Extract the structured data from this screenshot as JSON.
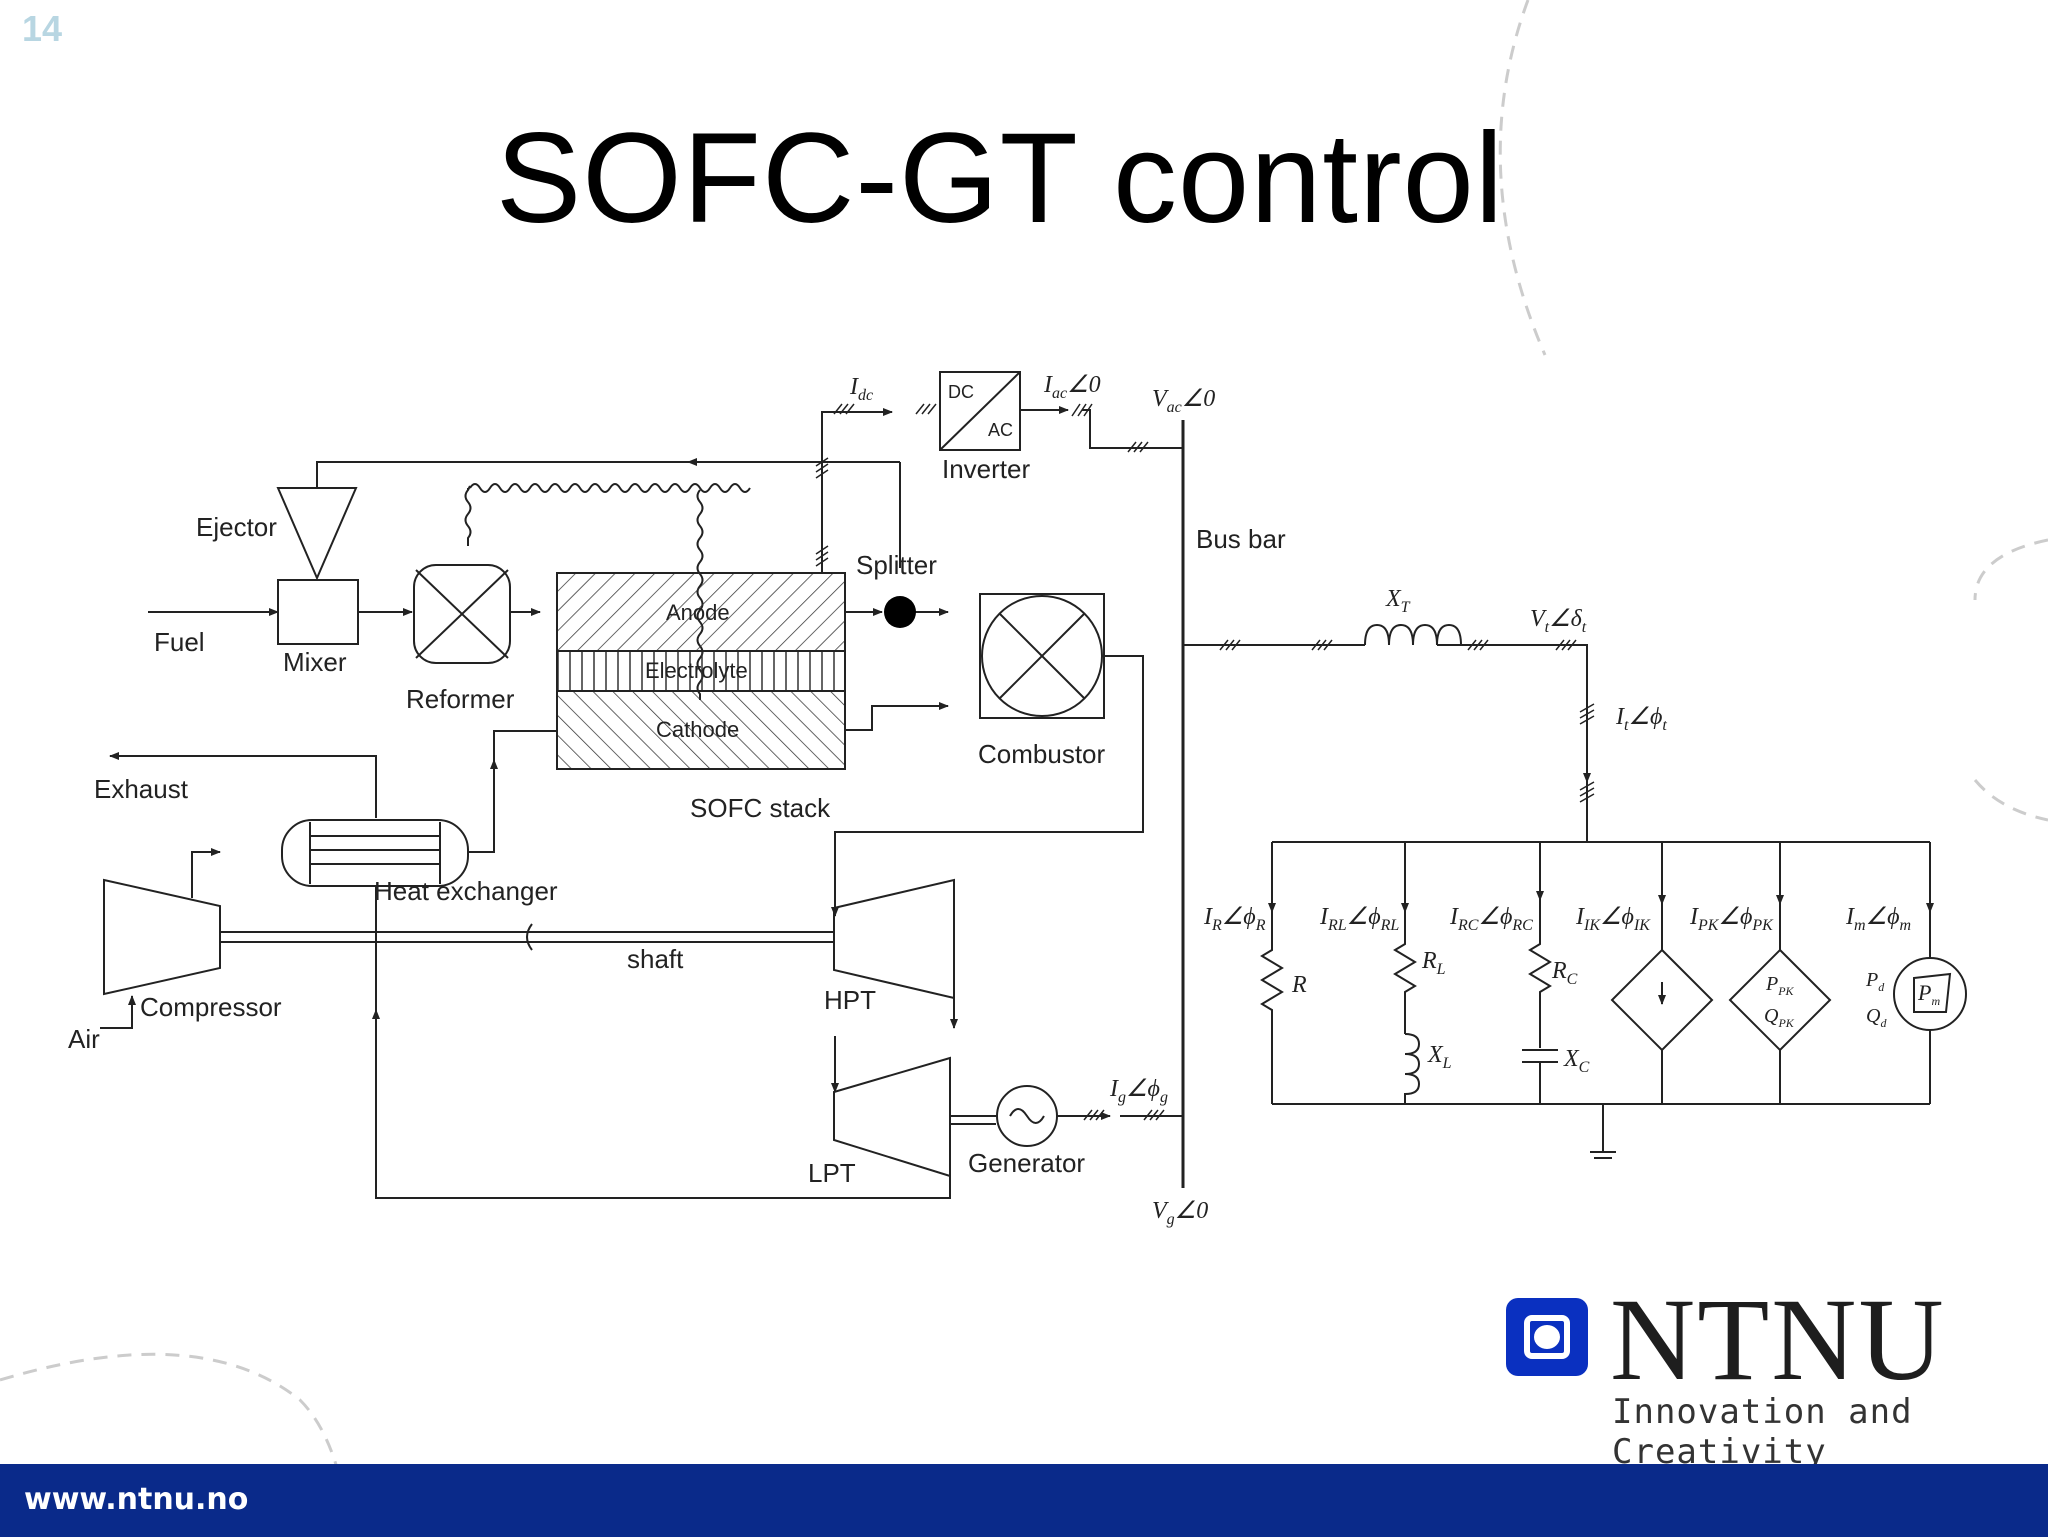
{
  "slide": {
    "number": "14",
    "title": "SOFC-GT control",
    "footer_url": "www.ntnu.no",
    "logo_word": "NTNU",
    "logo_tagline": "Innovation and Creativity",
    "colors": {
      "footer": "#0a2a8a",
      "logo": "#0a30c0",
      "slide_number": "#b8d6e2"
    }
  },
  "diagram": {
    "components": {
      "ejector": "Ejector",
      "fuel": "Fuel",
      "mixer": "Mixer",
      "reformer": "Reformer",
      "anode": "Anode",
      "electrolyte": "Electrolyte",
      "cathode": "Cathode",
      "sofc_stack": "SOFC stack",
      "splitter": "Splitter",
      "combustor": "Combustor",
      "exhaust": "Exhaust",
      "heat_exchanger": "Heat exchanger",
      "compressor": "Compressor",
      "air": "Air",
      "shaft": "shaft",
      "hpt": "HPT",
      "lpt": "LPT",
      "generator": "Generator",
      "inverter": "Inverter",
      "inverter_dc": "DC",
      "inverter_ac": "AC",
      "bus_bar": "Bus bar",
      "resistor": "R",
      "inductor": "X",
      "capacitor": "X"
    },
    "symbols": {
      "idc": "I",
      "idc_sub": "dc",
      "iac": "I",
      "iac_sub": "ac",
      "iac_angle": "∠0",
      "vac": "V",
      "vac_sub": "ac",
      "vac_angle": "∠0",
      "xt": "X",
      "xt_sub": "T",
      "vt": "V",
      "vt_sub": "t",
      "vt_angle": "∠δ",
      "it": "I",
      "it_sub": "t",
      "it_angle": "∠ϕ",
      "ig": "I",
      "ig_sub": "g",
      "ig_angle": "∠ϕ",
      "vg": "V",
      "vg_sub": "g",
      "vg_angle": "∠0",
      "loads": [
        {
          "label": "I",
          "sub": "R",
          "angle": "∠ϕ"
        },
        {
          "label": "I",
          "sub": "RL",
          "angle": "∠ϕ"
        },
        {
          "label": "I",
          "sub": "RC",
          "angle": "∠ϕ"
        },
        {
          "label": "I",
          "sub": "IK",
          "angle": "∠ϕ"
        },
        {
          "label": "I",
          "sub": "PK",
          "angle": "∠ϕ"
        },
        {
          "label": "I",
          "sub": "m",
          "angle": "∠ϕ"
        }
      ],
      "rl": "R",
      "rl_sub": "L",
      "xl": "X",
      "xl_sub": "L",
      "rc": "R",
      "rc_sub": "C",
      "xc": "X",
      "xc_sub": "C",
      "ppk": "P",
      "ppk_sub": "PK",
      "qpk": "Q",
      "qpk_sub": "PK",
      "pd": "P",
      "pd_sub": "d",
      "qd": "Q",
      "qd_sub": "d",
      "pm": "P",
      "pm_sub": "m"
    }
  }
}
